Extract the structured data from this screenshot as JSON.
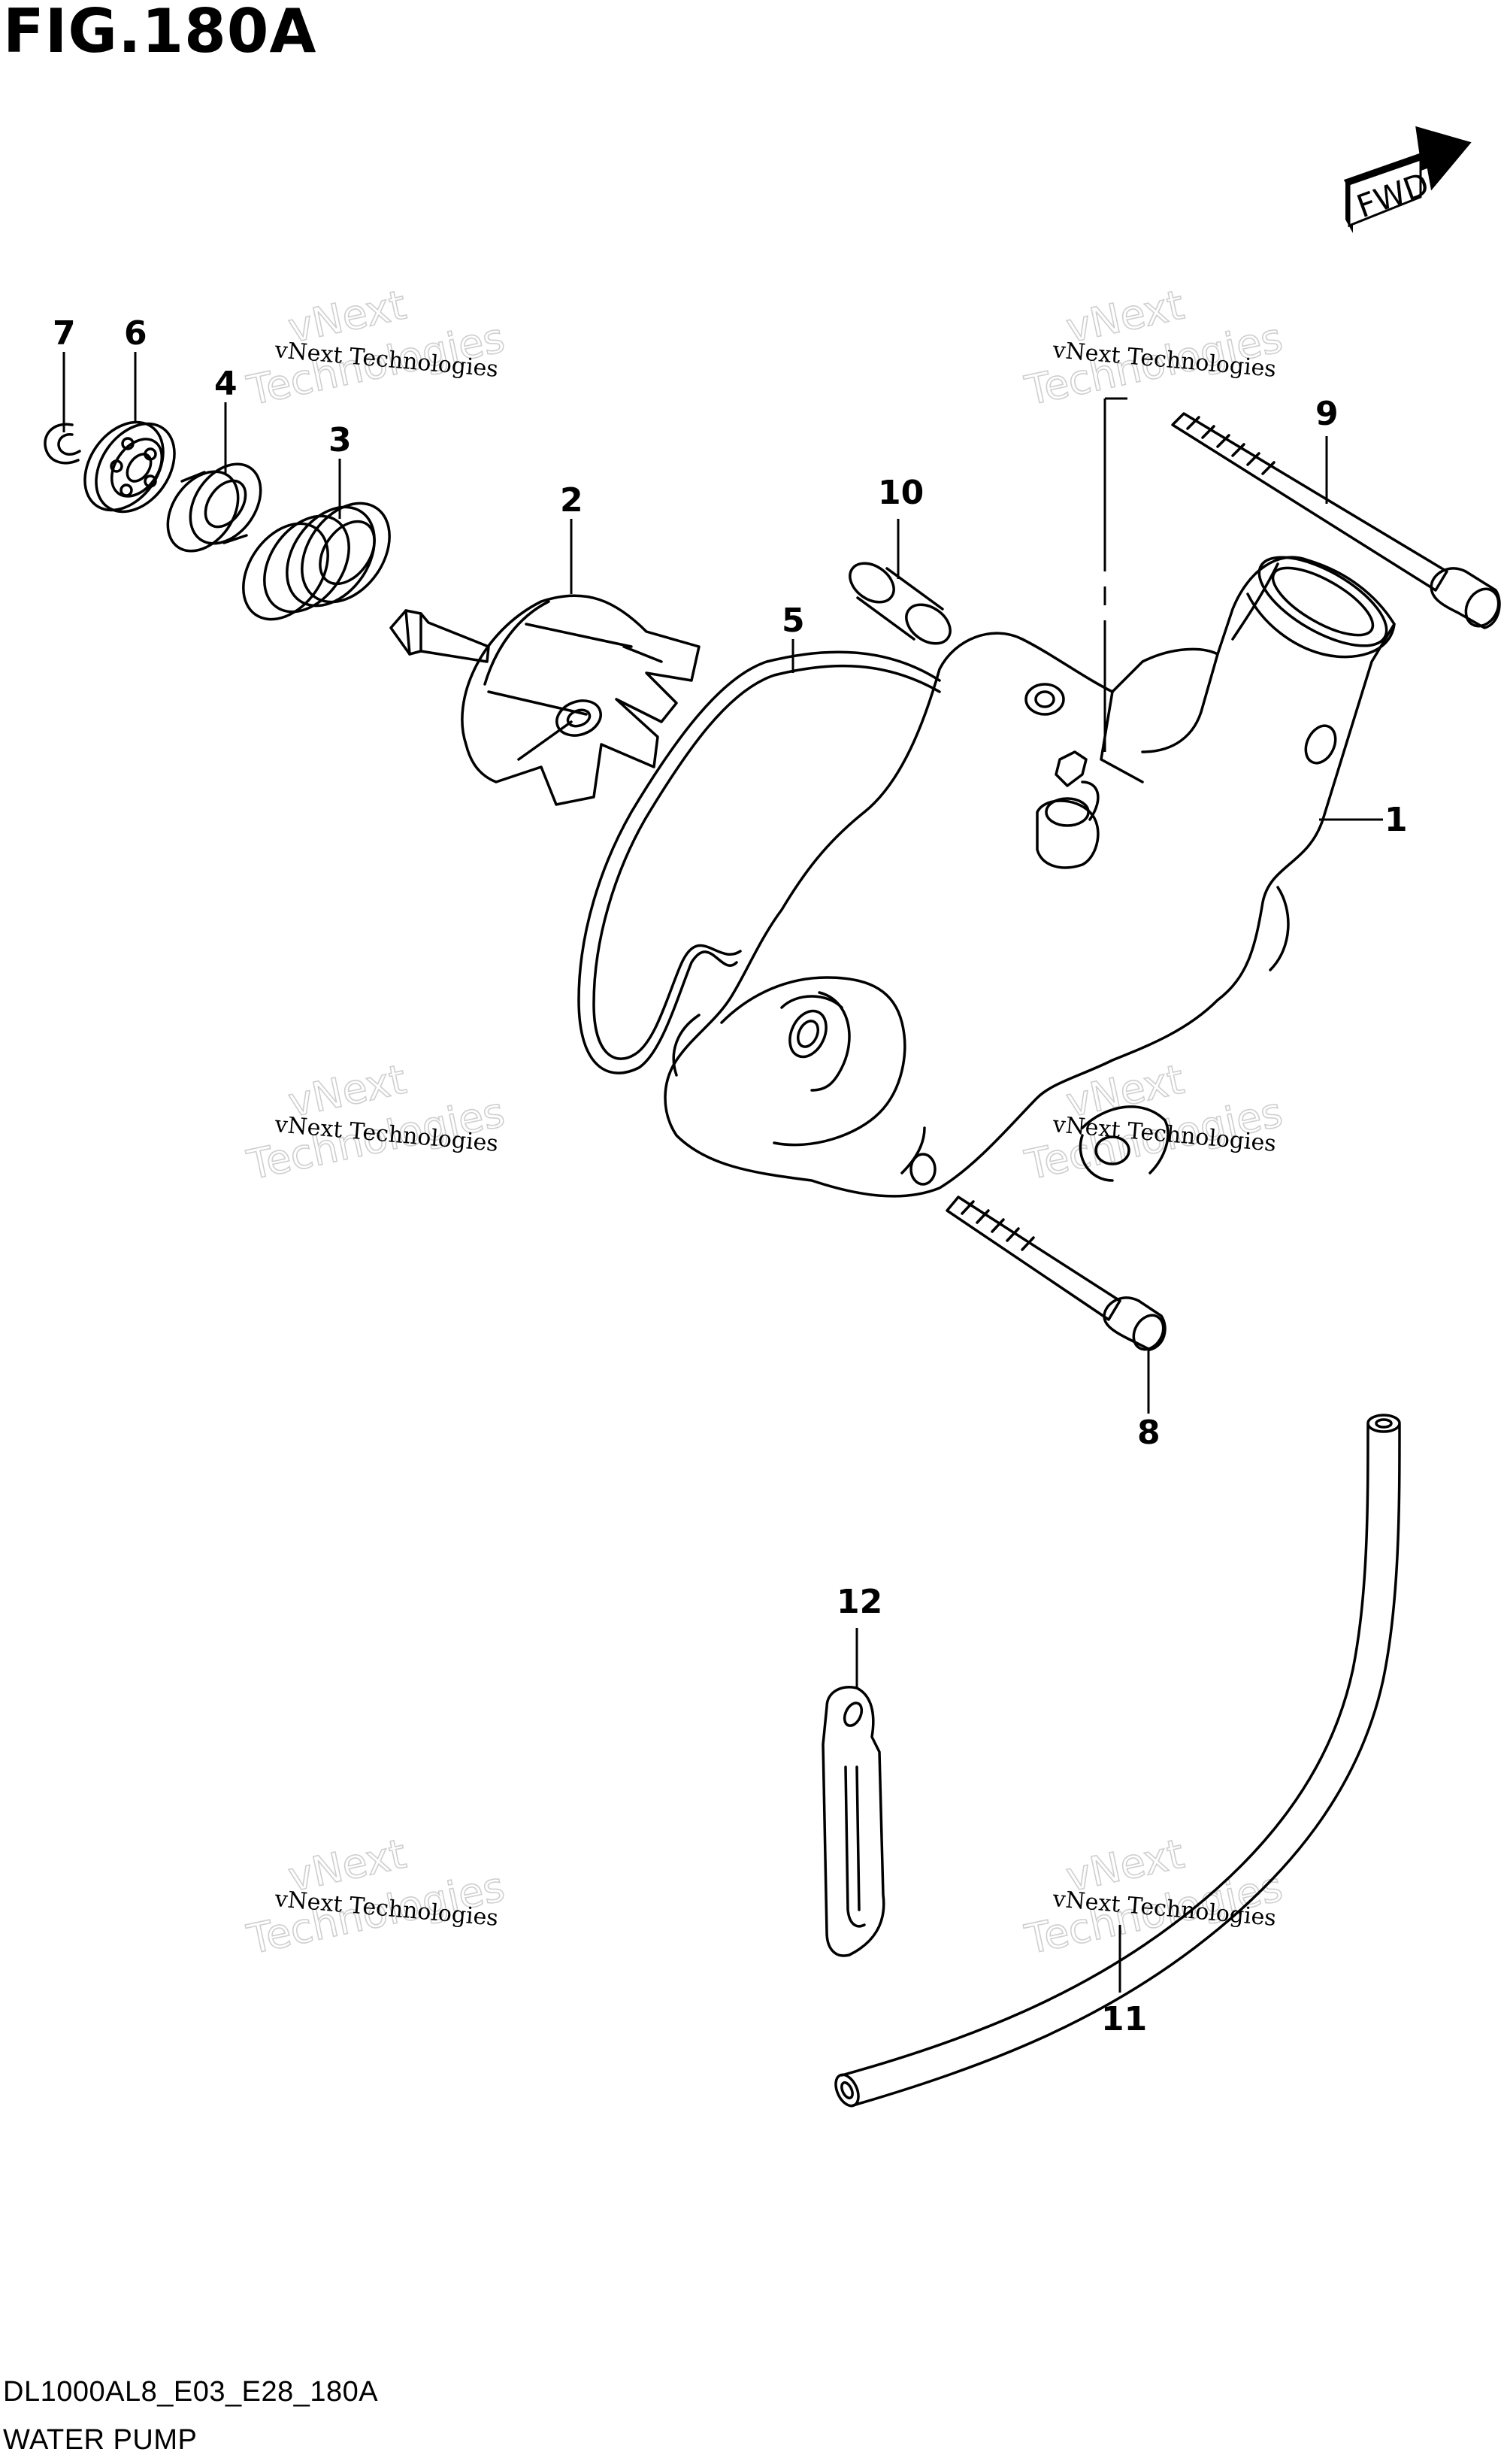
{
  "figure": {
    "title": "FIG.180A",
    "diagram_code": "DL1000AL8_E03_E28_180A",
    "name": "WATER PUMP"
  },
  "fwd_label": "FWD",
  "callouts": [
    "1",
    "2",
    "3",
    "4",
    "5",
    "6",
    "7",
    "8",
    "9",
    "10",
    "11",
    "12"
  ],
  "watermark": {
    "line1": "vNext Technologies",
    "line2": "vNext",
    "line3": "Technologies"
  },
  "colors": {
    "line": "#000000",
    "background": "#ffffff",
    "watermark": "#cfcfcf"
  }
}
